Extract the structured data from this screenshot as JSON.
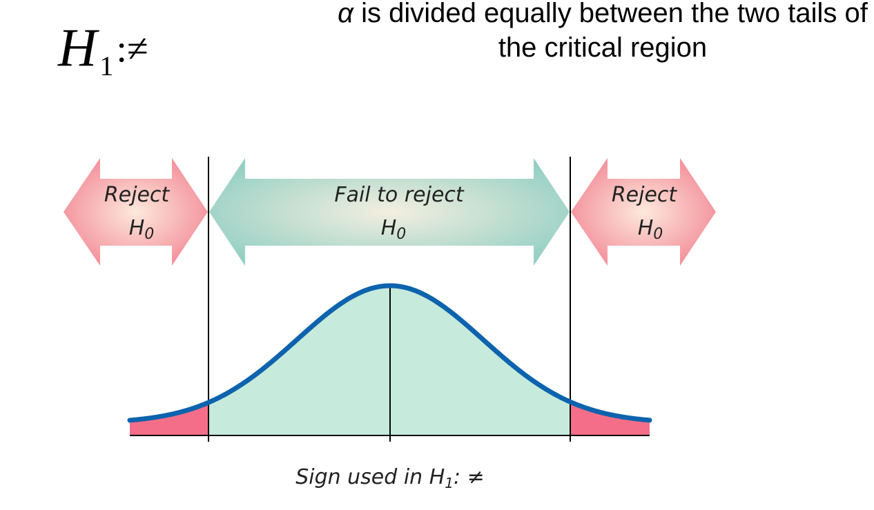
{
  "hypothesis": {
    "letter": "H",
    "subscript": "1",
    "symbol": ":≠"
  },
  "note": {
    "alpha": "α",
    "text": " is divided equally between the two tails of the critical region"
  },
  "regions": {
    "left": {
      "line1": "Reject",
      "line2": "H",
      "sub": "0"
    },
    "center": {
      "line1": "Fail to reject",
      "line2": "H",
      "sub": "0"
    },
    "right": {
      "line1": "Reject",
      "line2": "H",
      "sub": "0"
    }
  },
  "caption": {
    "text": "Sign used in H",
    "sub": "1",
    "tail": ": ≠"
  },
  "colors": {
    "curve": "#0d63ad",
    "fill_center": "#c6eadb",
    "fill_tail": "#f46e8a",
    "arrow_reject": "#f28794",
    "arrow_fail": "#93cfc3"
  }
}
